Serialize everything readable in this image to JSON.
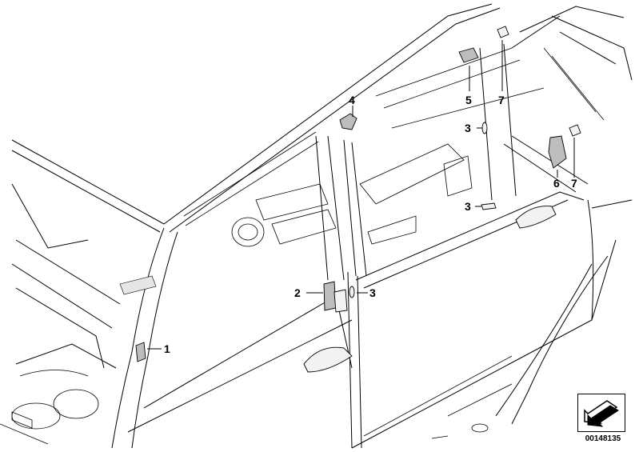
{
  "callouts": {
    "p1": "1",
    "p2": "2",
    "p3a": "3",
    "p3b": "3",
    "p3c": "3",
    "p4": "4",
    "p5": "5",
    "p6": "6",
    "p7a": "7",
    "p7b": "7"
  },
  "reference_number": "00148135",
  "icons": {
    "nav_arrow": "nav-arrow-icon"
  }
}
